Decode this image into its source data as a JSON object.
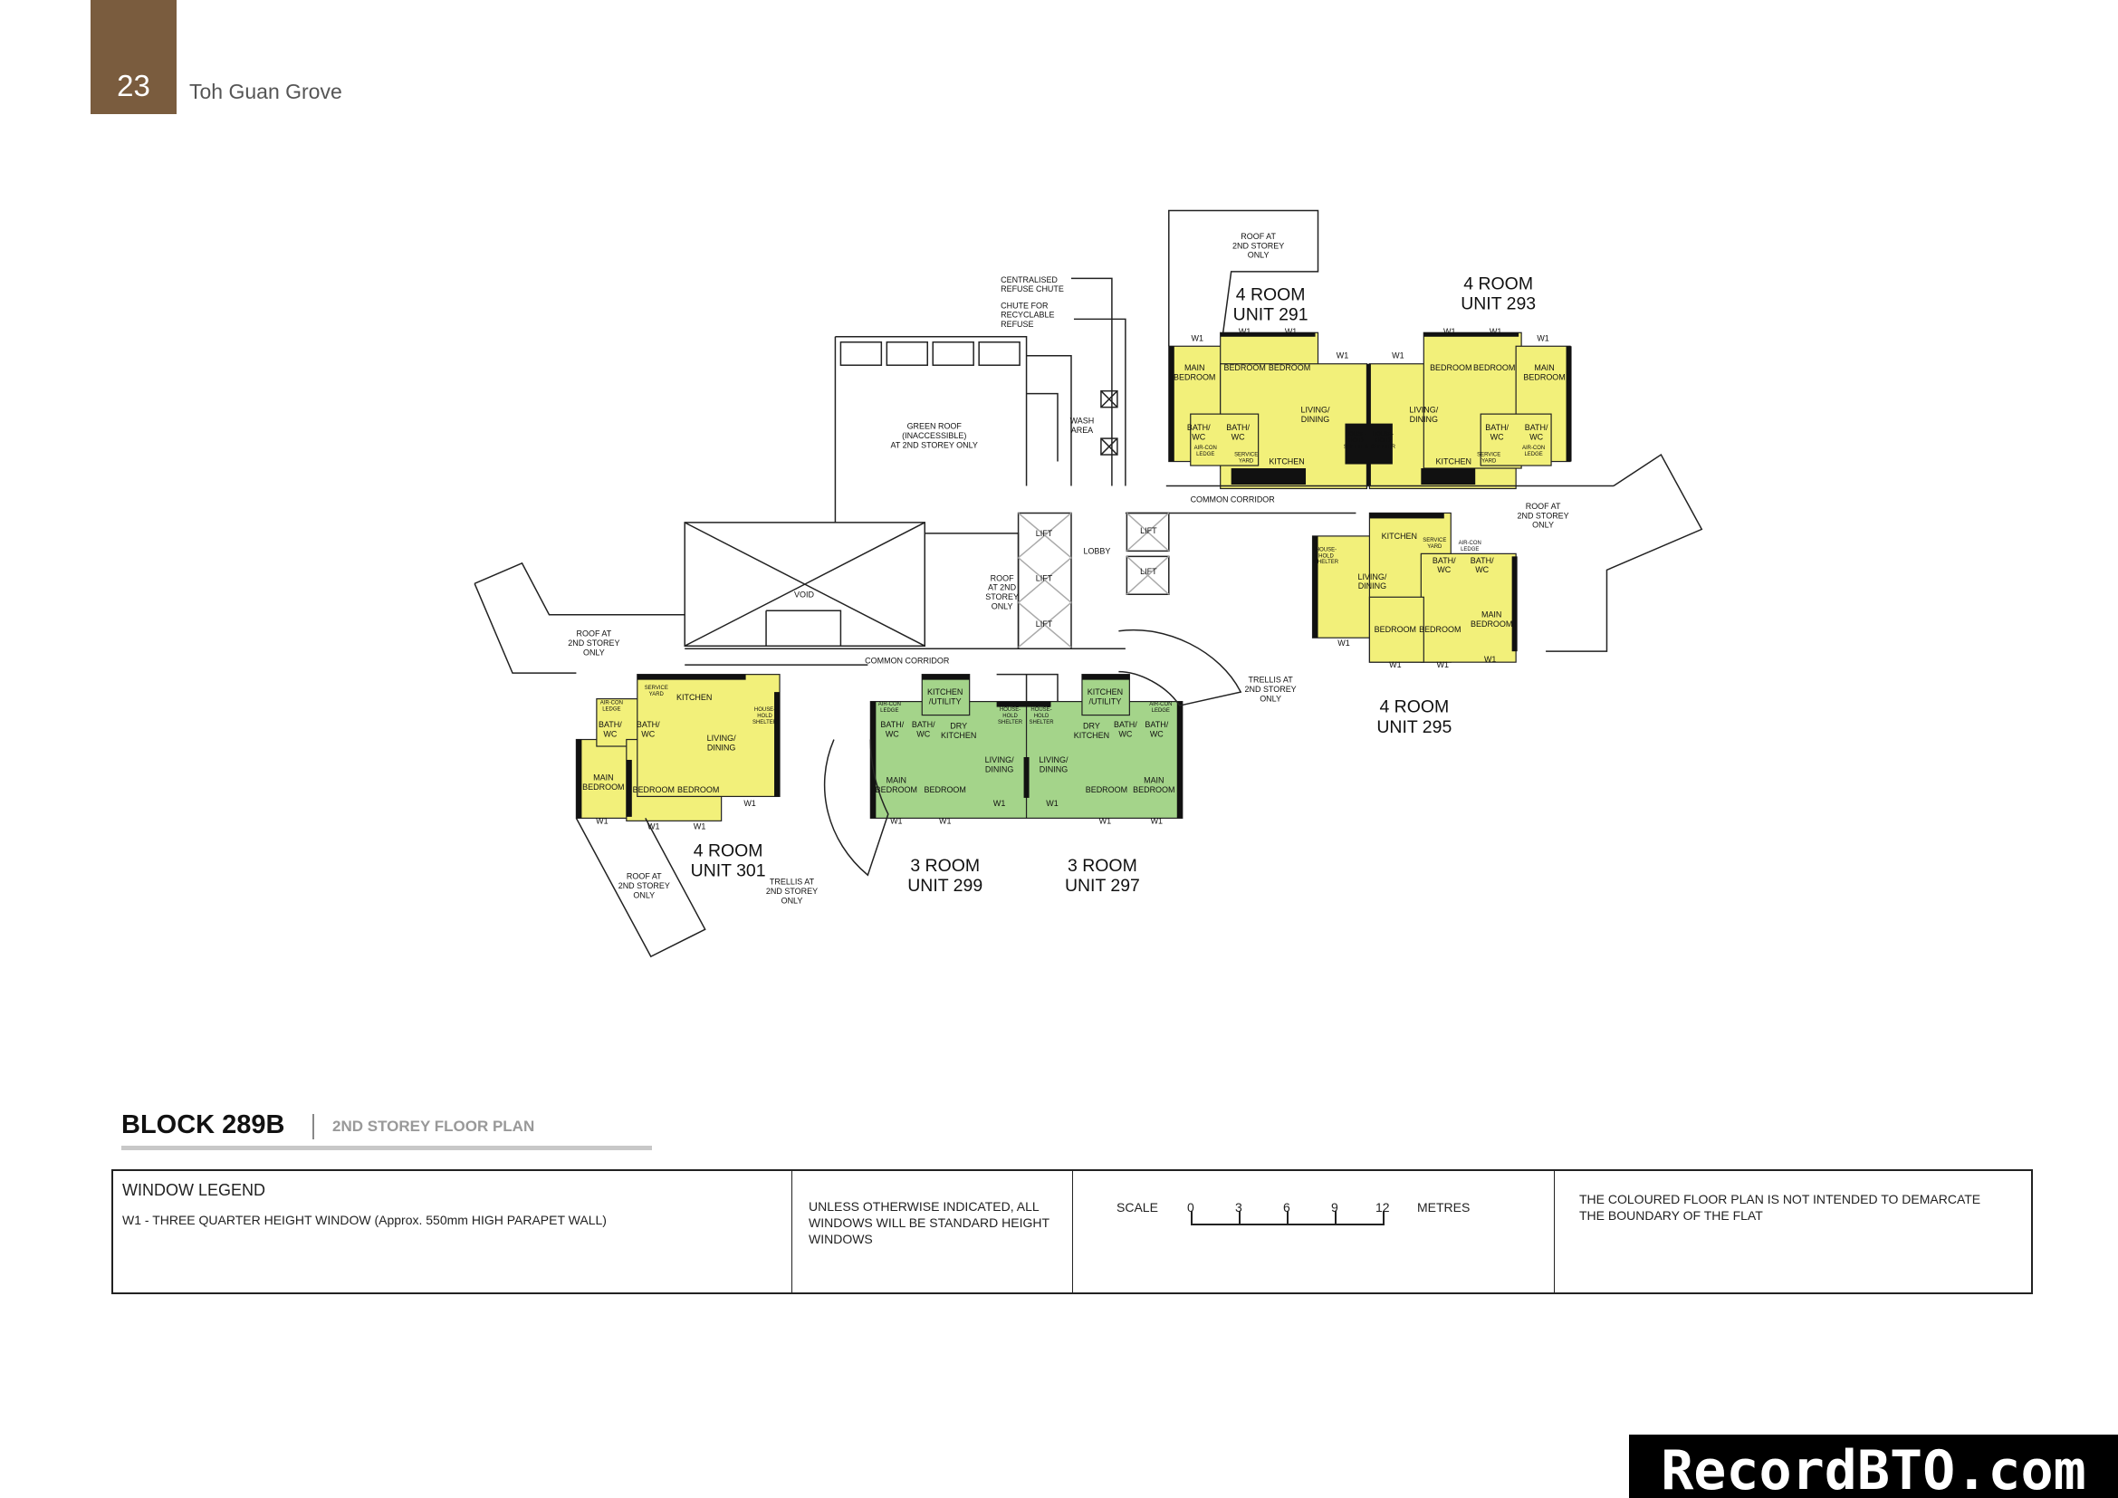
{
  "header": {
    "page_number": "23",
    "project_name": "Toh Guan Grove"
  },
  "title": {
    "block": "BLOCK 289B",
    "subtitle": "2ND STOREY FLOOR PLAN"
  },
  "legend": {
    "heading": "WINDOW LEGEND",
    "w1": "W1 - THREE QUARTER HEIGHT WINDOW (Approx. 550mm HIGH PARAPET WALL)",
    "note": "UNLESS OTHERWISE INDICATED, ALL WINDOWS WILL BE STANDARD HEIGHT WINDOWS",
    "scale_label": "SCALE",
    "scale_ticks": [
      "0",
      "3",
      "6",
      "9",
      "12"
    ],
    "scale_unit": "METRES",
    "disclaimer": "THE COLOURED FLOOR PLAN IS NOT INTENDED TO DEMARCATE THE BOUNDARY OF THE FLAT"
  },
  "colors": {
    "four_room": "#f2f07a",
    "three_room": "#a4d48a",
    "header_brown": "#7a5c3e"
  },
  "units": [
    {
      "type": "4 ROOM",
      "unit": "UNIT 291"
    },
    {
      "type": "4 ROOM",
      "unit": "UNIT 293"
    },
    {
      "type": "4 ROOM",
      "unit": "UNIT 295"
    },
    {
      "type": "4 ROOM",
      "unit": "UNIT 301"
    },
    {
      "type": "3 ROOM",
      "unit": "UNIT 299"
    },
    {
      "type": "3 ROOM",
      "unit": "UNIT 297"
    }
  ],
  "labels": {
    "roof": [
      "ROOF AT",
      "2ND STOREY",
      "ONLY"
    ],
    "trellis": [
      "TRELLIS AT",
      "2ND STOREY",
      "ONLY"
    ],
    "refuse_chute": [
      "CENTRALISED",
      "REFUSE CHUTE"
    ],
    "recyclable_chute": [
      "CHUTE FOR",
      "RECYCLABLE",
      "REFUSE"
    ],
    "green_roof": [
      "GREEN ROOF",
      "(INACCESSIBLE)",
      "AT 2ND STOREY ONLY"
    ],
    "wash_area": [
      "WASH",
      "AREA"
    ],
    "roof_2nd": [
      "ROOF",
      "AT 2ND",
      "STOREY",
      "ONLY"
    ],
    "void": [
      "VOID"
    ],
    "lift": [
      "LIFT"
    ],
    "lobby": [
      "LOBBY"
    ],
    "common_corridor": [
      "COMMON CORRIDOR"
    ],
    "main_bedroom": [
      "MAIN",
      "BEDROOM"
    ],
    "bedroom": [
      "BEDROOM"
    ],
    "living_dining": [
      "LIVING/",
      "DINING"
    ],
    "bath_wc": [
      "BATH/",
      "WC"
    ],
    "kitchen": [
      "KITCHEN"
    ],
    "kitchen_utility": [
      "KITCHEN",
      "/UTILITY"
    ],
    "dry_kitchen": [
      "DRY",
      "KITCHEN"
    ],
    "aircon_ledge": [
      "AIR-CON",
      "LEDGE"
    ],
    "service_yard": [
      "SERVICE",
      "YARD"
    ],
    "household_shelter": [
      "HOUSE-",
      "HOLD",
      "SHELTER"
    ],
    "window": [
      "W1"
    ]
  },
  "watermark": "RecordBTO.com"
}
